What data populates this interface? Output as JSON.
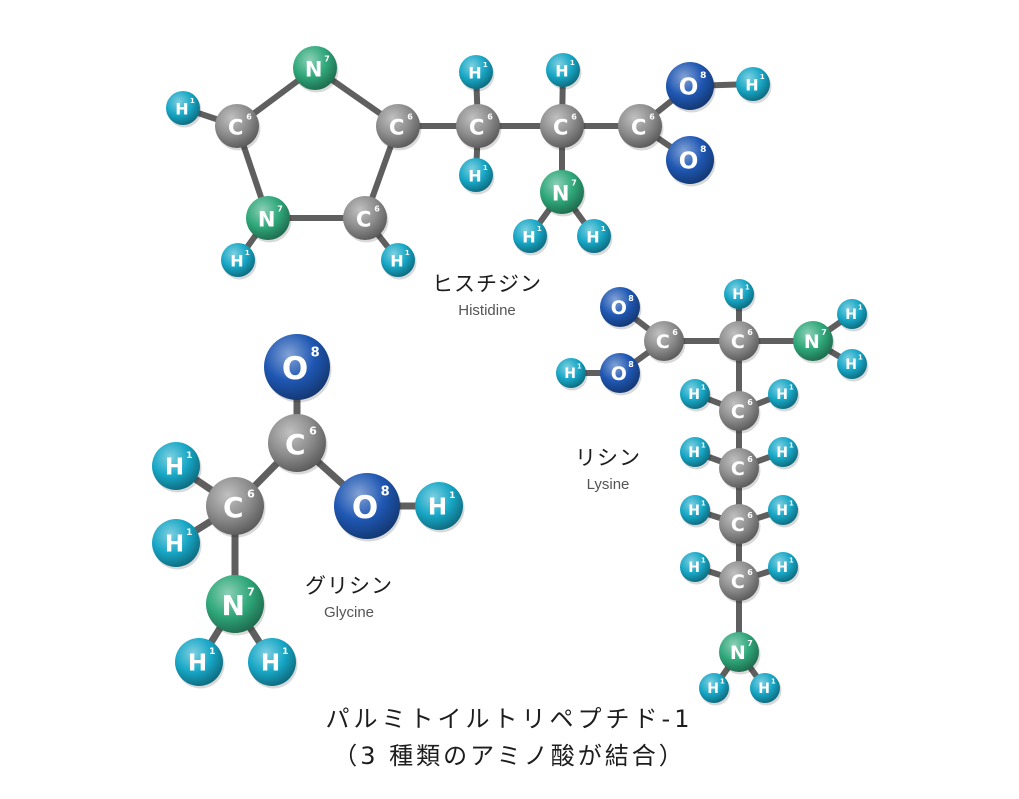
{
  "element_colors": {
    "C": "#8e8e8e",
    "N": "#2fa87a",
    "O": "#1f57b3",
    "H": "#17a7c6"
  },
  "atomic_numbers": {
    "C": "6",
    "N": "7",
    "O": "8",
    "H": "1"
  },
  "molecules": {
    "histidine": {
      "name_ja": "ヒスチジン",
      "name_en": "Histidine"
    },
    "lysine": {
      "name_ja": "リシン",
      "name_en": "Lysine"
    },
    "glycine": {
      "name_ja": "グリシン",
      "name_en": "Glycine"
    }
  },
  "caption": {
    "line1": "パルミトイルトリペプチド-1",
    "line2": "（3 種類のアミノ酸が結合）"
  }
}
